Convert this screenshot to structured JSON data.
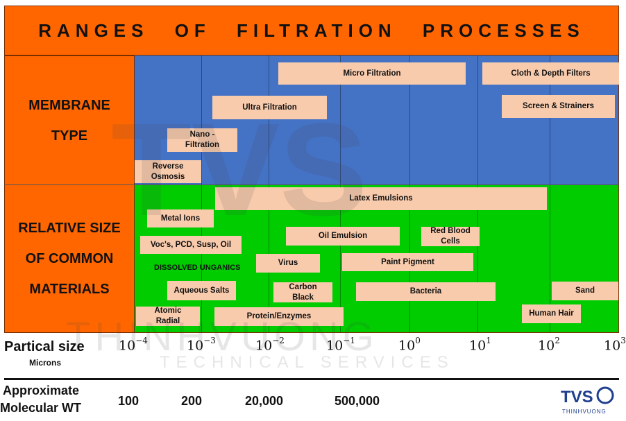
{
  "title": "RANGES  OF  FILTRATION  PROCESSES",
  "membrane_label": [
    "MEMBRANE",
    "TYPE"
  ],
  "materials_label": [
    "RELATIVE SIZE",
    "OF COMMON",
    "MATERIALS"
  ],
  "membrane_types": [
    {
      "label": "Micro Filtration"
    },
    {
      "label": "Cloth & Depth Filters"
    },
    {
      "label": "Ultra Filtration"
    },
    {
      "label": "Screen & Strainers"
    },
    {
      "label": "Nano -\nFiltration"
    },
    {
      "label": "Reverse\nOsmosis"
    }
  ],
  "materials": [
    {
      "label": "Latex Emulsions"
    },
    {
      "label": "Metal Ions"
    },
    {
      "label": "Oil Emulsion"
    },
    {
      "label": "Red Blood\nCells"
    },
    {
      "label": "Voc's, PCD, Susp, Oil"
    },
    {
      "label": "Virus"
    },
    {
      "label": "Paint Pigment"
    },
    {
      "label": "Aqueous Salts"
    },
    {
      "label": "Carbon\nBlack"
    },
    {
      "label": "Bacteria"
    },
    {
      "label": "Sand"
    },
    {
      "label": "Atomic\nRadial"
    },
    {
      "label": "Protein/Enzymes"
    },
    {
      "label": "Human Hair"
    }
  ],
  "dissolved_label": "DISSOLVED UNGANICS",
  "particle_size_label": "Partical size",
  "microns_label": "Microns",
  "ticks": [
    {
      "base": "10",
      "exp": "−4"
    },
    {
      "base": "10",
      "exp": "−3"
    },
    {
      "base": "10",
      "exp": "−2"
    },
    {
      "base": "10",
      "exp": "−1"
    },
    {
      "base": "10",
      "exp": "0"
    },
    {
      "base": "10",
      "exp": "1"
    },
    {
      "base": "10",
      "exp": "2"
    },
    {
      "base": "10",
      "exp": "3"
    }
  ],
  "mw_label": [
    "Approximate",
    "Molecular WT"
  ],
  "mw_values": [
    "100",
    "200",
    "20,000",
    "500,000"
  ],
  "watermark": {
    "name": "THINHVUONG",
    "subtitle": "TECHNICAL SERVICES"
  },
  "logo": {
    "mark": "TVS",
    "name": "THINHVUONG"
  }
}
